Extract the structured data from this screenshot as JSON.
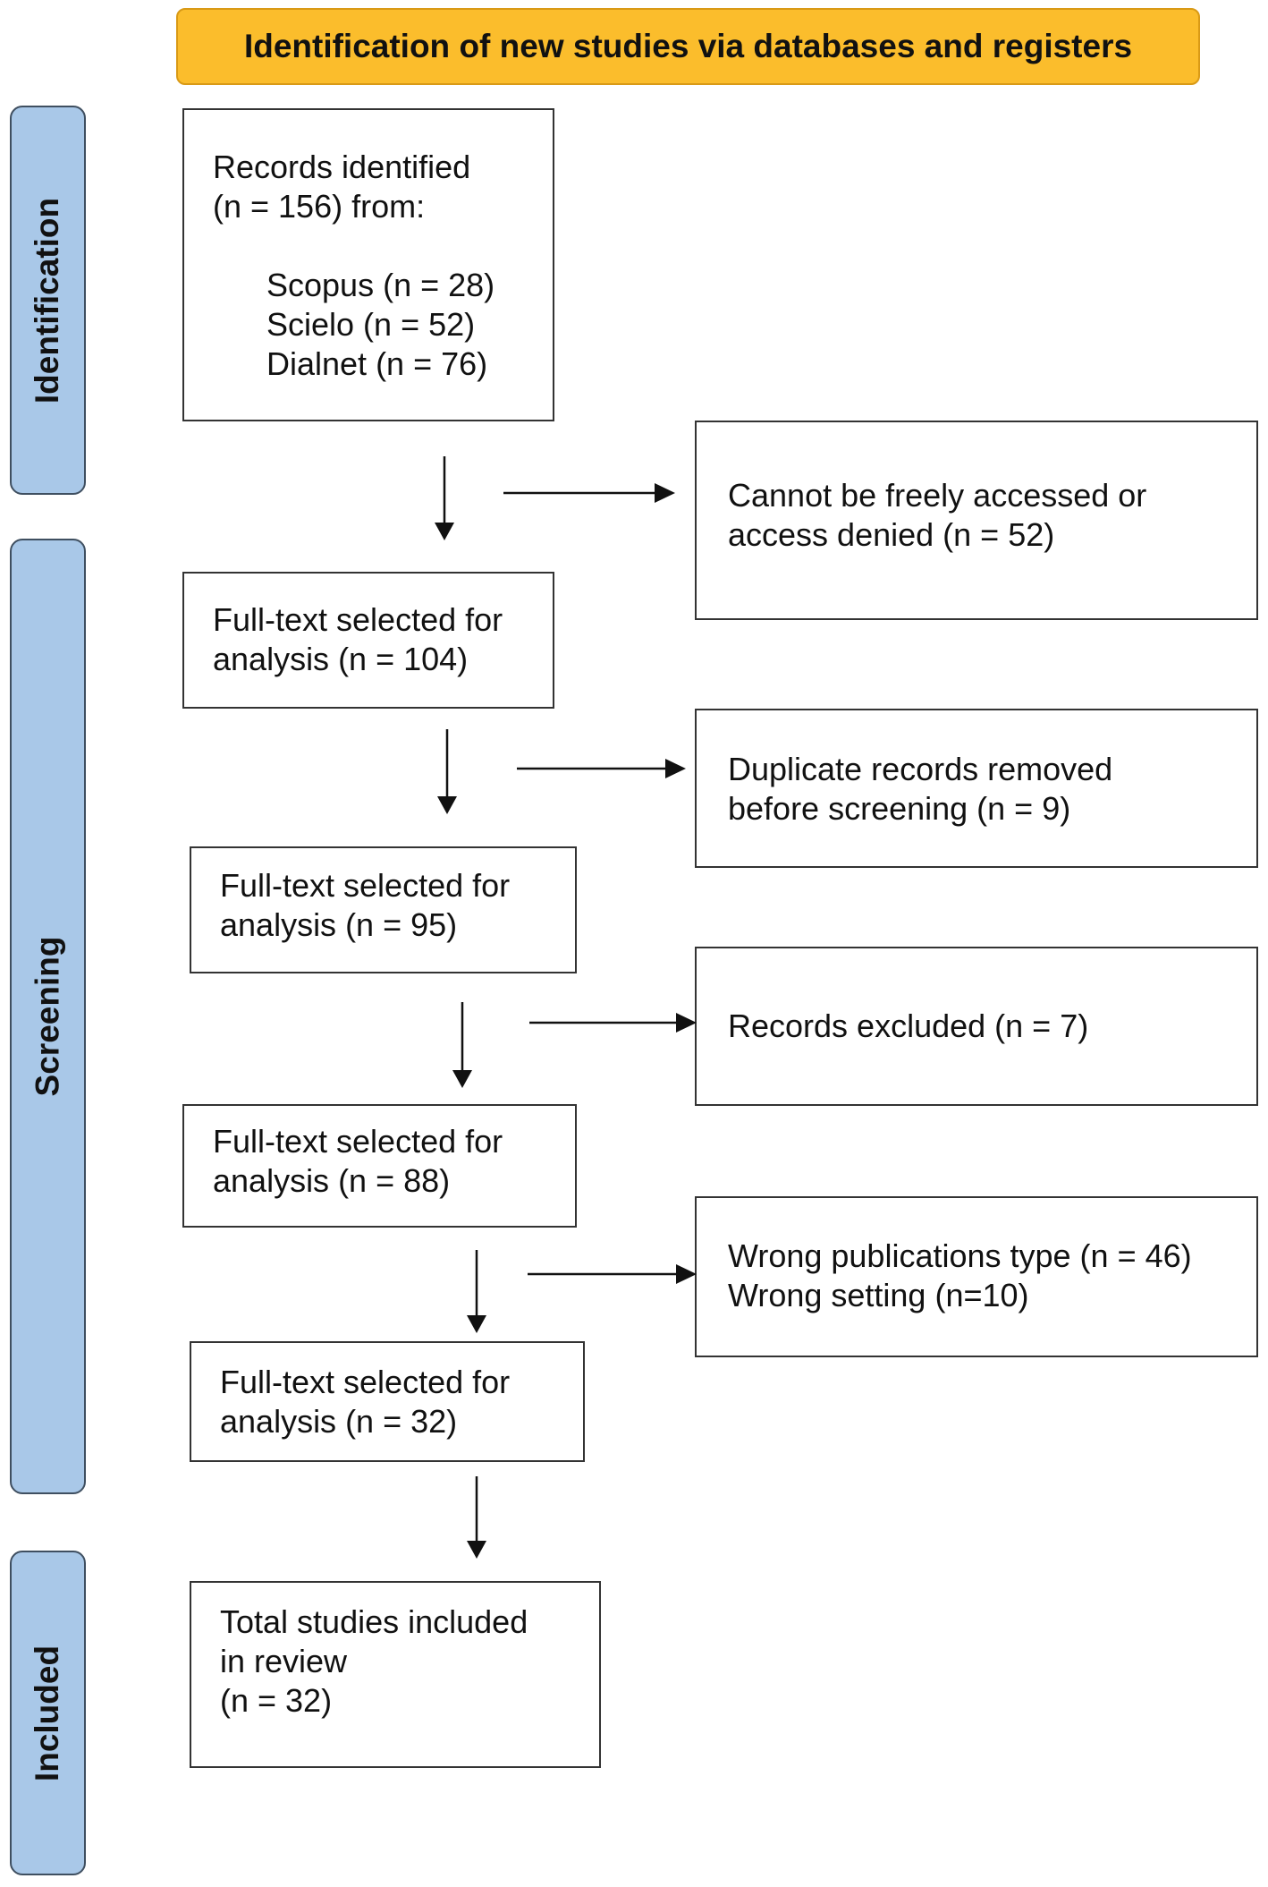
{
  "header": {
    "title": "Identification of new studies via databases and registers",
    "color": "#fbbd2c"
  },
  "phases": {
    "identification": "Identification",
    "screening": "Screening",
    "included": "Included",
    "color": "#a9c8e8"
  },
  "records": {
    "line1": "Records identified",
    "line2": "(n = 156) from:",
    "sources": [
      "Scopus (n = 28)",
      "Scielo (n = 52)",
      "Dialnet (n = 76)"
    ]
  },
  "excluded_access": {
    "line1": "Cannot be freely accessed or",
    "line2": "access denied (n = 52)"
  },
  "fulltext_104": {
    "line1": "Full-text selected for",
    "line2": "analysis (n = 104)"
  },
  "duplicates": {
    "line1": "Duplicate records removed",
    "line2": "before screening (n = 9)"
  },
  "fulltext_95": {
    "line1": "Full-text selected for",
    "line2": "analysis (n = 95)"
  },
  "records_excluded": {
    "line1": "Records excluded (n = 7)"
  },
  "fulltext_88": {
    "line1": "Full-text selected for",
    "line2": "analysis (n = 88)"
  },
  "wrong": {
    "line1": "Wrong publications type (n = 46)",
    "line2": "Wrong setting (n=10)"
  },
  "fulltext_32": {
    "line1": "Full-text selected for",
    "line2": "analysis (n = 32)"
  },
  "total": {
    "line1": "Total studies included",
    "line2": "in review",
    "line3": "(n = 32)"
  }
}
